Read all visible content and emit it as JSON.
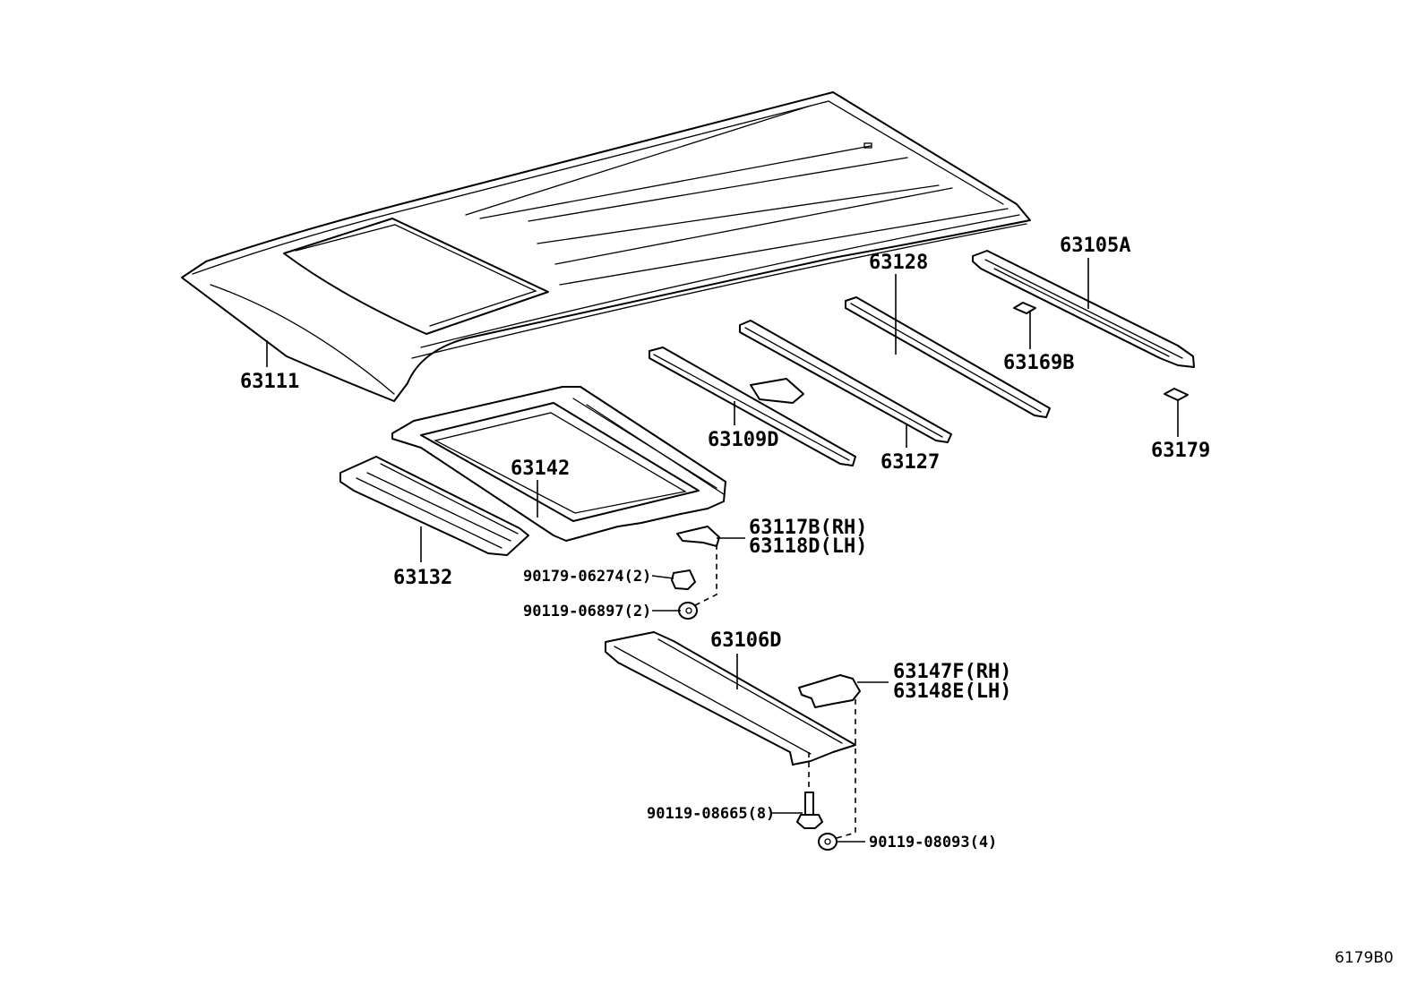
{
  "diagram_code": "6179B0",
  "labels": {
    "p63111": "63111",
    "p63142": "63142",
    "p63132": "63132",
    "p63109d": "63109D",
    "p63127": "63127",
    "p63128": "63128",
    "p63105a": "63105A",
    "p63169b": "63169B",
    "p63179": "63179",
    "p63117b": "63117B(RH)",
    "p63118d": "63118D(LH)",
    "p90179_06274": "90179-06274(2)",
    "p90119_06897": "90119-06897(2)",
    "p63106d": "63106D",
    "p63147f": "63147F(RH)",
    "p63148e": "63148E(LH)",
    "p90119_08665": "90119-08665(8)",
    "p90119_08093": "90119-08093(4)"
  }
}
